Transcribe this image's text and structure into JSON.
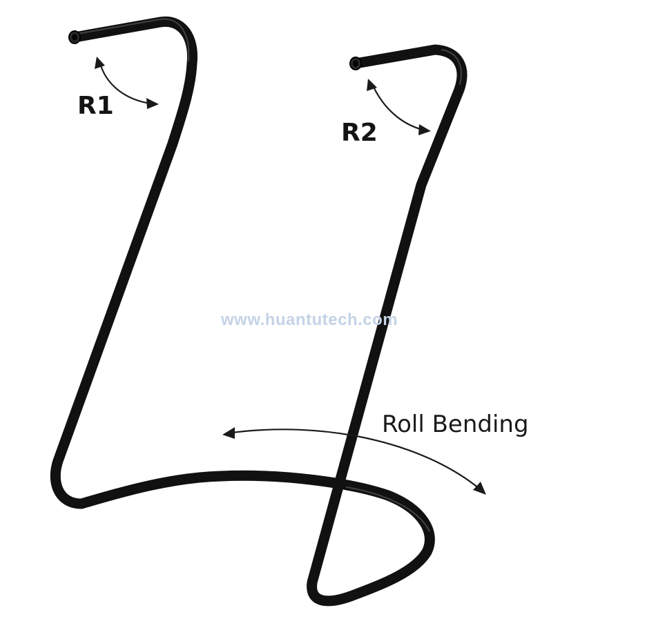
{
  "labels": {
    "r1": "R1",
    "r2": "R2",
    "roll_bending": "Roll Bending"
  },
  "watermark": "www.huantutech.com",
  "colors": {
    "tube": "#111111",
    "arrow": "#1a1a1a",
    "text": "#141414",
    "watermark": "#c4d3e6",
    "background": "#ffffff"
  }
}
